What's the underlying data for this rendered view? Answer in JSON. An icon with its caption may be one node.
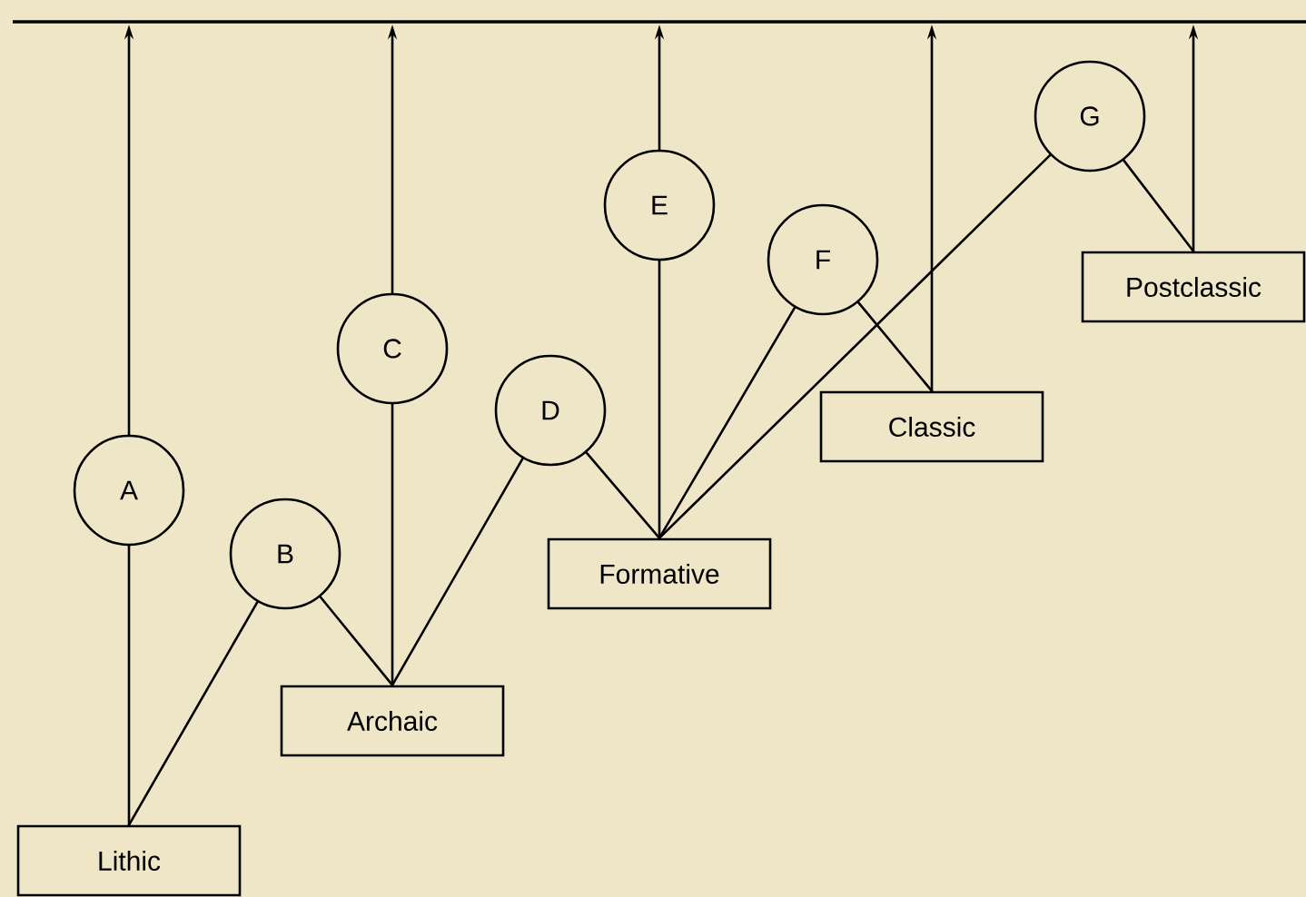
{
  "diagram": {
    "nodes": [
      {
        "text": [],
        "shape": "bar"
      },
      {
        "text": [
          "Lithic"
        ]
      },
      {
        "text": [
          "A"
        ]
      },
      {
        "text": [
          "B"
        ]
      },
      {
        "text": [
          "Archaic"
        ]
      },
      {
        "text": [
          "C"
        ]
      },
      {
        "text": [
          "D"
        ]
      },
      {
        "text": [
          "Formative"
        ]
      },
      {
        "text": [
          "E"
        ]
      },
      {
        "text": [
          "F"
        ]
      },
      {
        "text": [
          "Classic"
        ]
      },
      {
        "text": [
          "G"
        ]
      },
      {
        "text": [
          "Postclassic"
        ]
      }
    ],
    "edges": [
      {
        "from": 1,
        "to": 2,
        "arrow": "none"
      },
      {
        "from": 2,
        "to": 0,
        "arrow": "to"
      },
      {
        "from": 1,
        "to": 3,
        "arrow": "none"
      },
      {
        "from": 3,
        "to": 4,
        "arrow": "none"
      },
      {
        "from": 4,
        "to": 5,
        "arrow": "none"
      },
      {
        "from": 5,
        "to": 0,
        "arrow": "to"
      },
      {
        "from": 4,
        "to": 6,
        "arrow": "none"
      },
      {
        "from": 6,
        "to": 7,
        "arrow": "none"
      },
      {
        "from": 7,
        "to": 8,
        "arrow": "none"
      },
      {
        "from": 8,
        "to": 0,
        "arrow": "to"
      },
      {
        "from": 7,
        "to": 9,
        "arrow": "none"
      },
      {
        "from": 9,
        "to": 10,
        "arrow": "none"
      },
      {
        "from": 7,
        "to": 11,
        "arrow": "none"
      },
      {
        "from": 10,
        "to": 0,
        "arrow": "to"
      },
      {
        "from": 11,
        "to": 12,
        "arrow": "none"
      },
      {
        "from": 12,
        "to": 0,
        "arrow": "to"
      }
    ]
  }
}
